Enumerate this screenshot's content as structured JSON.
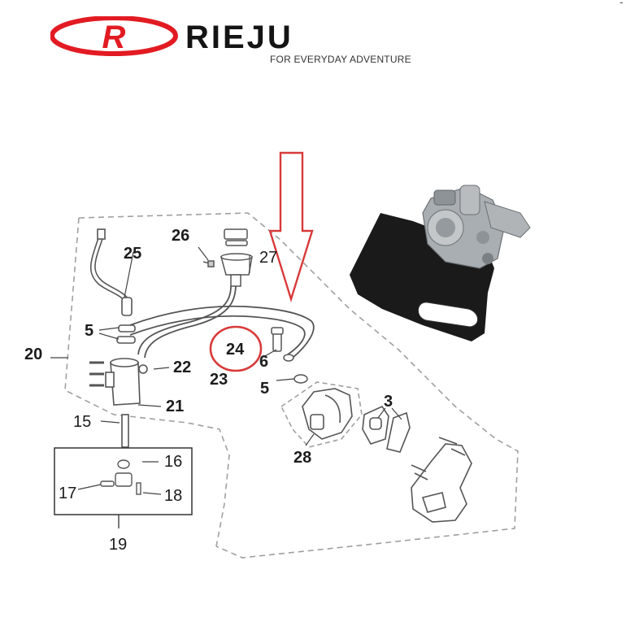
{
  "brand": {
    "logo_letter": "R",
    "name": "RIEJU",
    "tagline": "FOR EVERYDAY ADVENTURE"
  },
  "colors": {
    "brand_red": "#e21b23",
    "highlight_red": "#d83a3a",
    "line": "#555555",
    "dash": "#9a9a9a",
    "part_black": "#1a1a1a",
    "part_metal": "#a9aeb2"
  },
  "callouts": {
    "p3": "3",
    "p5a": "5",
    "p5b": "5",
    "p6": "6",
    "p15": "15",
    "p16": "16",
    "p17": "17",
    "p18": "18",
    "p19": "19",
    "p20": "20",
    "p21": "21",
    "p22": "22",
    "p23": "23",
    "p24": "24",
    "p25": "25",
    "p26": "26",
    "p27": "27",
    "p28": "28"
  },
  "highlight": {
    "circled_part": "24",
    "pointer": "arrow-down"
  },
  "corner_mark": "-"
}
